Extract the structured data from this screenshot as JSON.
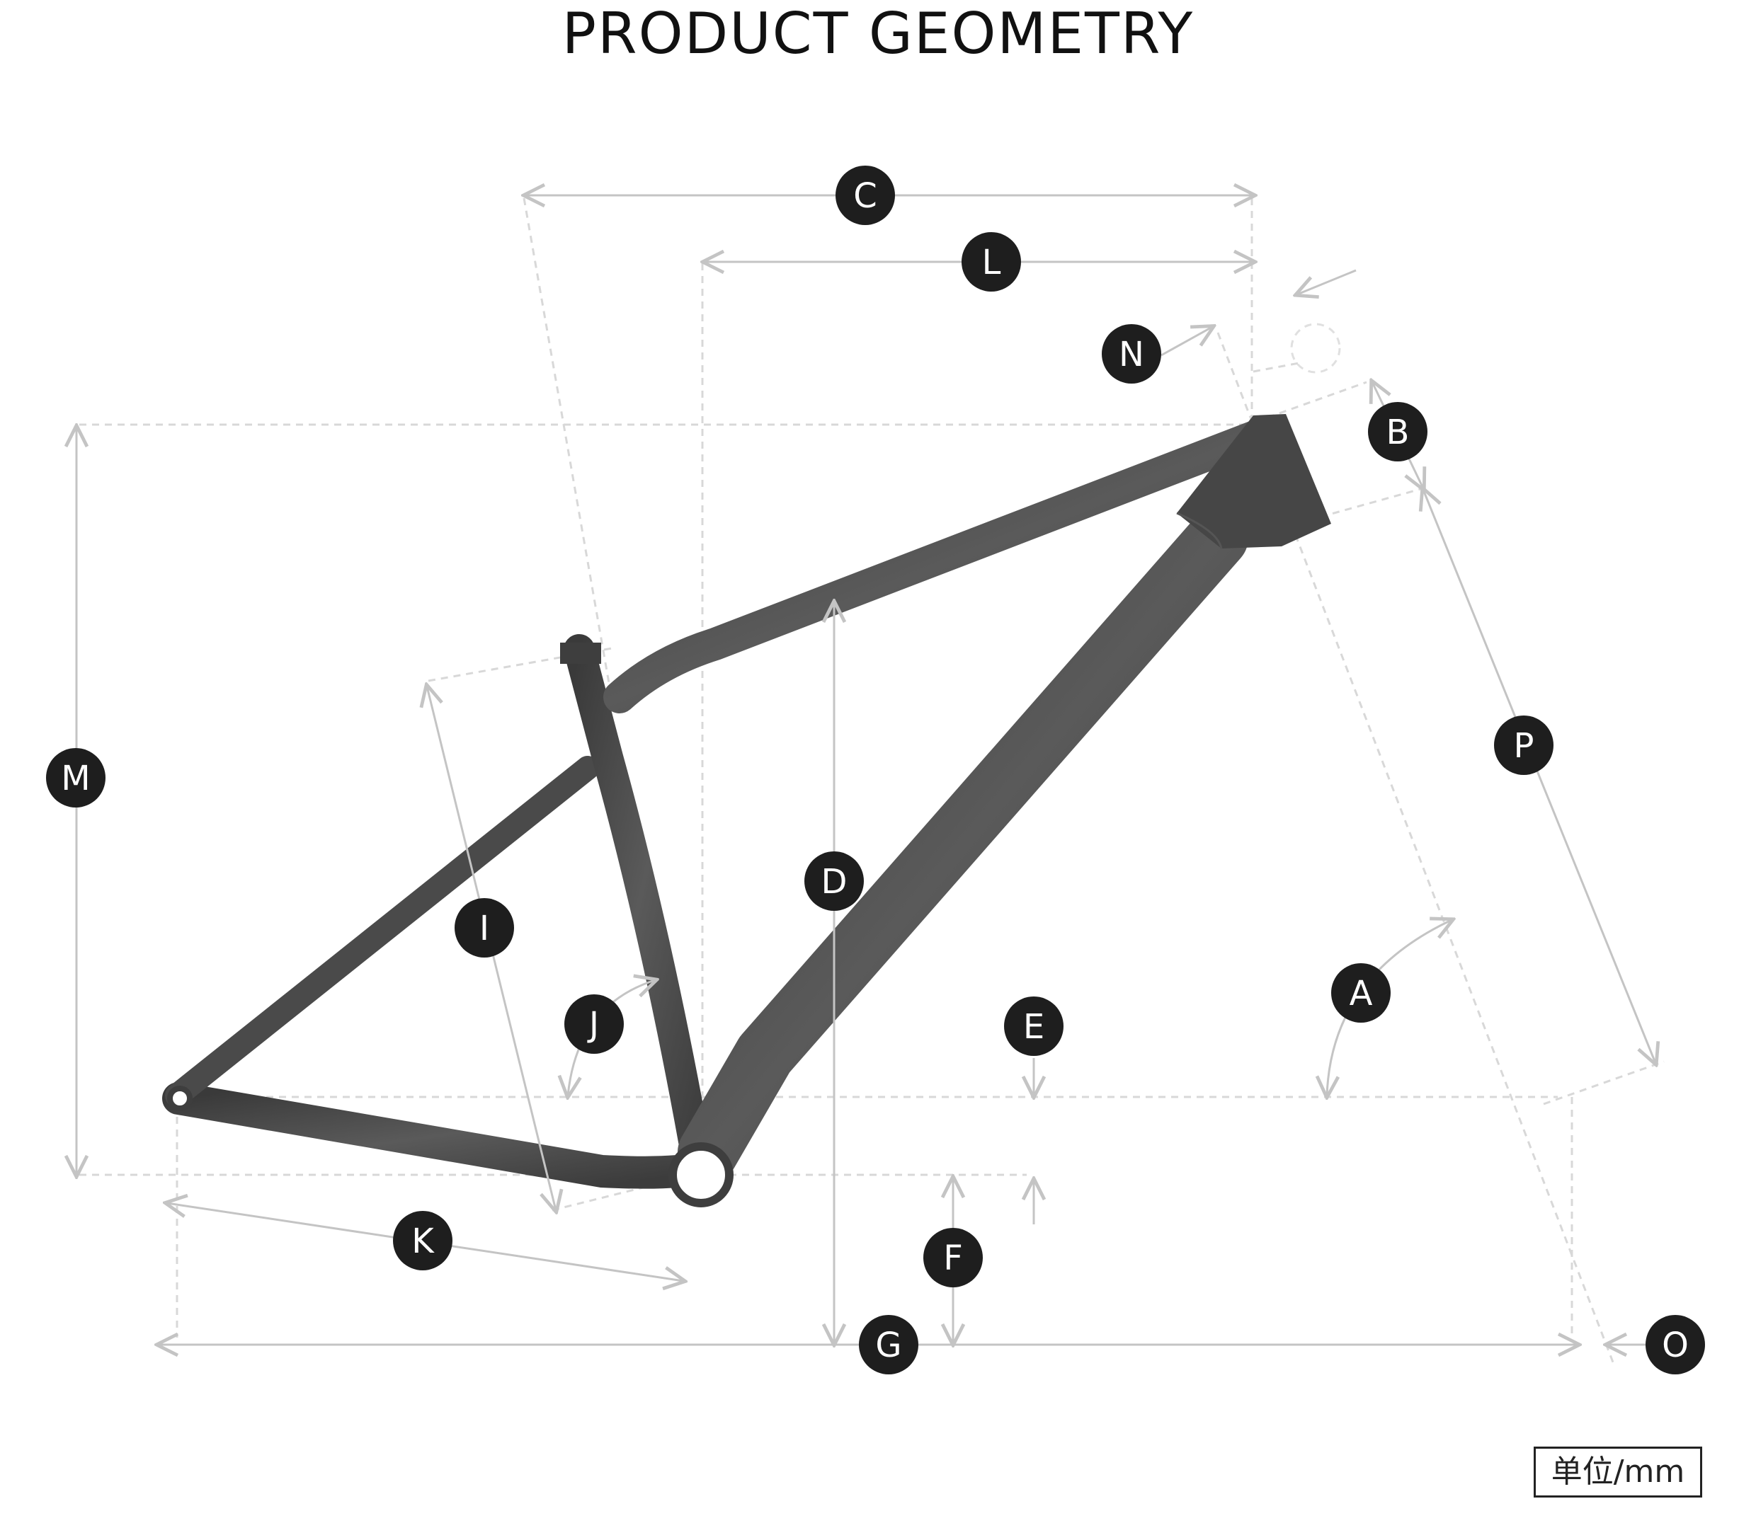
{
  "header": {
    "title": "PRODUCT GEOMETRY"
  },
  "dimension_labels": [
    {
      "id": "A",
      "text": "A"
    },
    {
      "id": "B",
      "text": "B"
    },
    {
      "id": "C",
      "text": "C"
    },
    {
      "id": "D",
      "text": "D"
    },
    {
      "id": "E",
      "text": "E"
    },
    {
      "id": "F",
      "text": "F"
    },
    {
      "id": "G",
      "text": "G"
    },
    {
      "id": "I",
      "text": "I"
    },
    {
      "id": "J",
      "text": "J"
    },
    {
      "id": "K",
      "text": "K"
    },
    {
      "id": "L",
      "text": "L"
    },
    {
      "id": "M",
      "text": "M"
    },
    {
      "id": "N",
      "text": "N"
    },
    {
      "id": "O",
      "text": "O"
    },
    {
      "id": "P",
      "text": "P"
    }
  ],
  "unit": {
    "label": "单位/mm"
  },
  "colors": {
    "frame": "#4a4a4a",
    "dimension_line": "#c4c4c4",
    "marker": "#1e1e1e",
    "marker_text": "#ffffff"
  }
}
